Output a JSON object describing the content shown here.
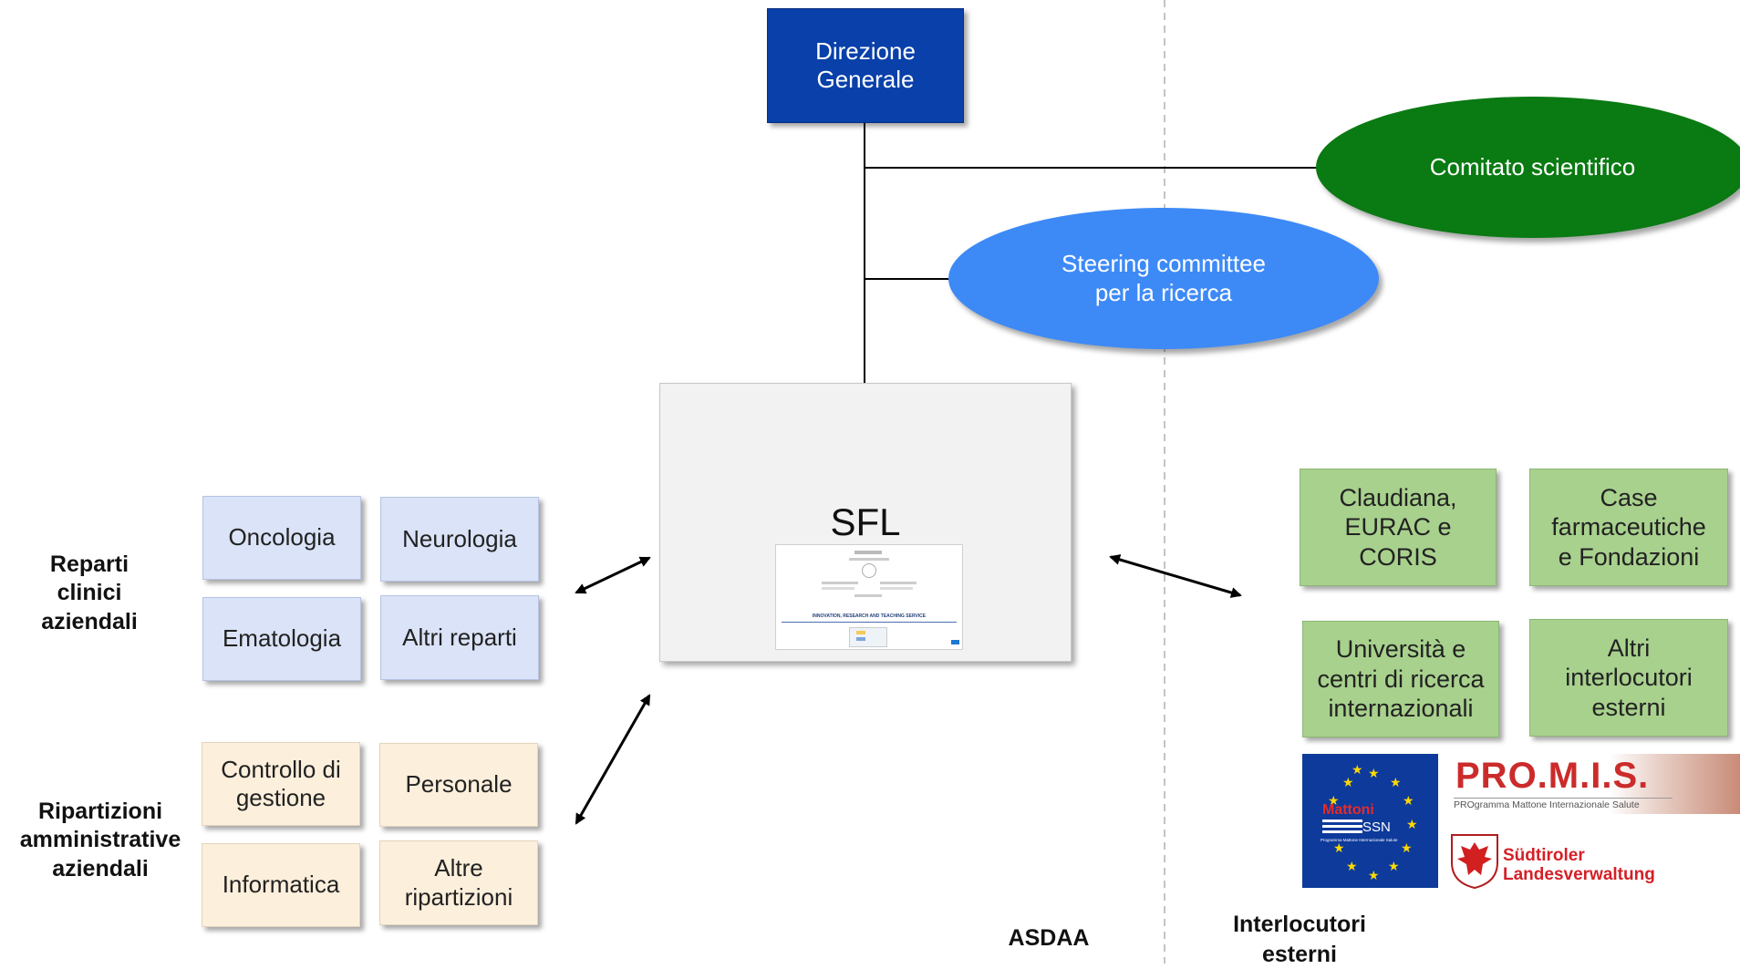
{
  "nodes": {
    "direzione": "Direzione\nGenerale",
    "comitato": "Comitato scientifico",
    "steering": "Steering committee\nper la ricerca",
    "sfl": "SFL",
    "sfl_thumb_caption": "INNOVATION, RESEARCH AND TEACHING SERVICE"
  },
  "clinical": {
    "group_label": "Reparti\nclinici\naziendali",
    "items": [
      "Oncologia",
      "Neurologia",
      "Ematologia",
      "Altri reparti"
    ]
  },
  "admin": {
    "group_label": "Ripartizioni\namministrative\naziendali",
    "items": [
      "Controllo di\ngestione",
      "Personale",
      "Informatica",
      "Altre\nripartizioni"
    ]
  },
  "external": {
    "items": [
      "Claudiana,\nEURAC e\nCORIS",
      "Case\nfarmaceutiche\ne Fondazioni",
      "Università e\ncentri di ricerca\ninternazionali",
      "Altri\ninterlocutori\nesterni"
    ]
  },
  "logos": {
    "mattoni_title": "Mattoni",
    "mattoni_ssn": "SSN",
    "mattoni_sub": "Programma Mattone Internazionale Salute",
    "promis_title": "PRO.M.I.S.",
    "promis_sub": "PROgramma Mattone Internazionale Salute",
    "sudtirol_line1": "Südtiroler",
    "sudtirol_line2": "Landesverwaltung"
  },
  "footer": {
    "asdaa": "ASDAA",
    "interlocutori": "Interlocutori\nesterni"
  },
  "colors": {
    "direzione": "#0940a9",
    "comitato": "#0a7a12",
    "steering": "#3d8af7",
    "clinical_fill": "#dae3f7",
    "admin_fill": "#fcefdc",
    "external_fill": "#a8d18d"
  }
}
